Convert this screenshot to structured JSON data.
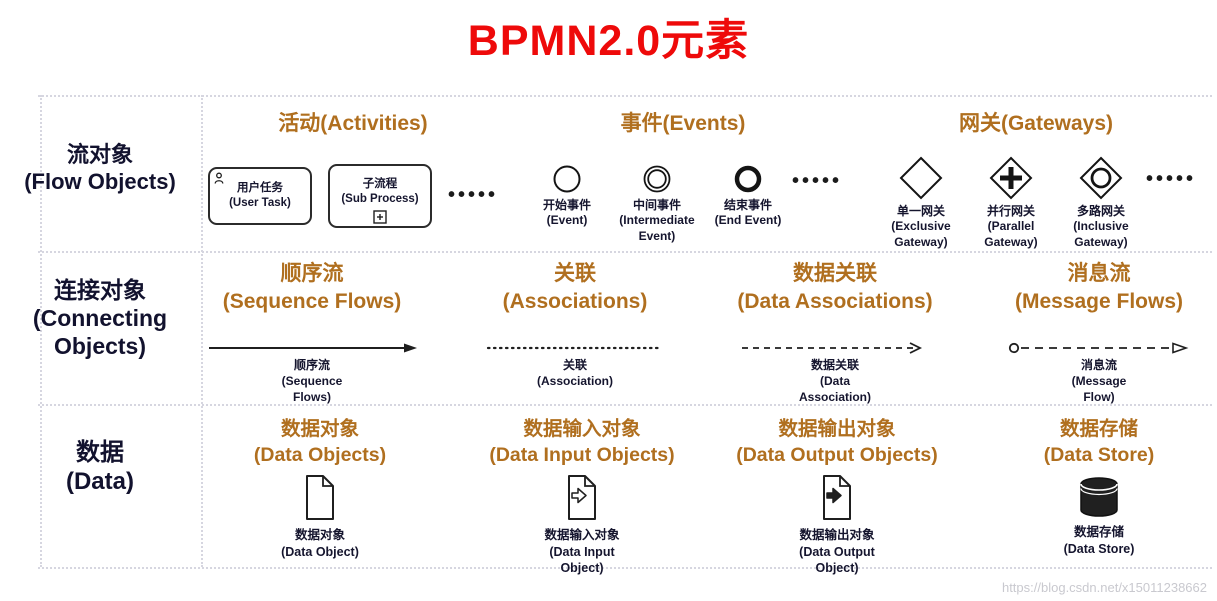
{
  "title": "BPMN2.0元素",
  "watermark": "https://blog.csdn.net/x15011238662",
  "colors": {
    "title": "#ee0a0a",
    "group_header": "#b06f1f",
    "row_label": "#12122e",
    "caption": "#15152e",
    "shape_stroke": "#1f1f1f",
    "watermark": "#c9c9cf"
  },
  "rows": {
    "flow": {
      "label": "流对象\n(Flow Objects)",
      "activities": {
        "header": "活动(Activities)",
        "user_task": "用户任务\n(User Task)",
        "sub_process": "子流程\n(Sub Process)",
        "ellipsis": "•••••"
      },
      "events": {
        "header": "事件(Events)",
        "start": "开始事件\n(Event)",
        "intermediate": "中间事件\n(Intermediate\nEvent)",
        "end": "结束事件\n(End Event)",
        "ellipsis": "•••••"
      },
      "gateways": {
        "header": "网关(Gateways)",
        "exclusive": "单一网关\n(Exclusive\nGateway)",
        "parallel": "并行网关\n(Parallel\nGateway)",
        "inclusive": "多路网关\n(Inclusive\nGateway)",
        "ellipsis": "•••••"
      }
    },
    "connecting": {
      "label": "连接对象\n(Connecting\nObjects)",
      "sequence": {
        "header": "顺序流\n(Sequence Flows)",
        "caption": "顺序流\n(Sequence\nFlows)"
      },
      "association": {
        "header": "关联\n(Associations)",
        "caption": "关联\n(Association)"
      },
      "data_association": {
        "header": "数据关联\n(Data Associations)",
        "caption": "数据关联\n(Data\nAssociation)"
      },
      "message": {
        "header": "消息流\n(Message Flows)",
        "caption": "消息流\n(Message\nFlow)"
      }
    },
    "data": {
      "label": "数据\n(Data)",
      "object": {
        "header": "数据对象\n(Data Objects)",
        "caption": "数据对象\n(Data Object)"
      },
      "input": {
        "header": "数据输入对象\n(Data Input Objects)",
        "caption": "数据输入对象\n(Data Input\nObject)"
      },
      "output": {
        "header": "数据输出对象\n(Data Output Objects)",
        "caption": "数据输出对象\n(Data Output\nObject)"
      },
      "store": {
        "header": "数据存储\n(Data Store)",
        "caption": "数据存储\n(Data Store)"
      }
    }
  }
}
